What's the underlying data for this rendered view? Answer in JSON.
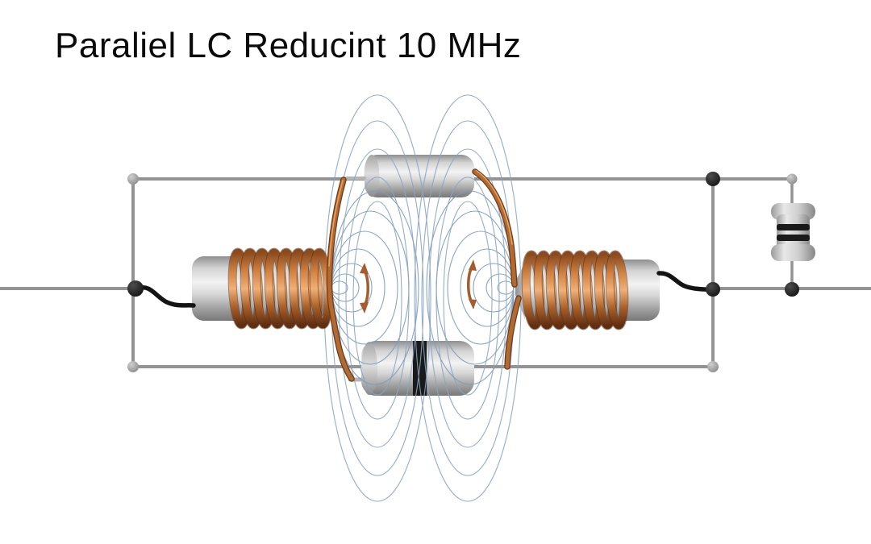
{
  "title": "Paraliel LC Reducint 10 MHz",
  "scene": {
    "background": "#ffffff",
    "kind": "3d-rendered parallel LC circuit illustration"
  },
  "components": {
    "left_inductor": "copper-coil-inductor",
    "right_inductor": "copper-coil-inductor",
    "top_capacitor": "cylindrical-capacitor",
    "bottom_capacitor": "cylindrical-capacitor-black-band",
    "right_capacitor": "bead-capacitor-two-black-bands",
    "field_lines": "magnetic-field-lines",
    "rotation_arrows": "field-rotation-arrows",
    "wire_frame": "gray-circuit-wire-loop"
  },
  "colors": {
    "title_text": "#0a0a0a",
    "wire_gray": "#939393",
    "field_line_blue": "#8aa5c3",
    "copper_mid": "#b06a33",
    "copper_dark": "#6e3817",
    "copper_light": "#eca865",
    "silver_light": "#f2f2f2",
    "silver_dark": "#7d7d7d",
    "band_black": "#1a1a1a",
    "junction_black": "#161616"
  }
}
